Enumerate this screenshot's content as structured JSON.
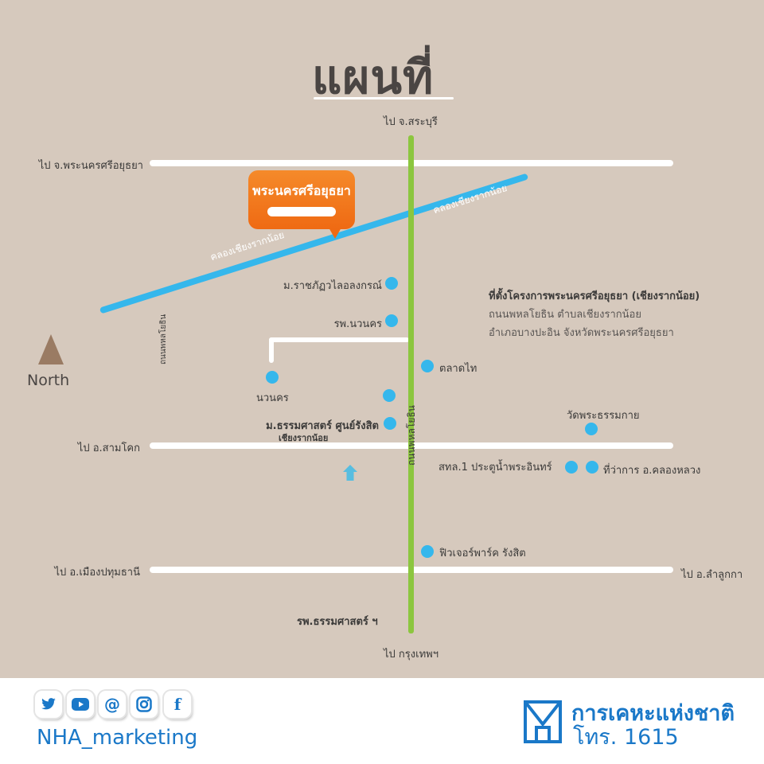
{
  "title": "แผนที่",
  "north_label": "North",
  "bubble": {
    "label": "พระนครศรีอยุธยา"
  },
  "roads": {
    "top_road_west": "ไป จ.พระนครศรีอยุธยา",
    "middle_road_west": "ไป อ.สามโคก",
    "bottom_road_west": "ไป อ.เมืองปทุมธานี",
    "bottom_road_east": "ไป อ.ลำลูกกา",
    "main_north": "ไป จ.สระบุรี",
    "main_south": "ไป กรุงเทพฯ",
    "main_road_name": "ถนนพหลโยธิน",
    "side_road_name": "ถนนพหลโยธิน",
    "canal_name": "คลองเชียงรากน้อย"
  },
  "places": {
    "rajabhat": "ม.ราชภัฏวไลอลงกรณ์",
    "nawanakorn_hosp": "รพ.นวนคร",
    "talad_thai": "ตลาดไท",
    "nawanakorn": "นวนคร",
    "thammasat": "ม.ธรรมศาสตร์ ศูนย์รังสิต",
    "chiang_rak_noi": "เชียงรากน้อย",
    "wat_phra_dhammakaya": "วัดพระธรรมกาย",
    "prathu_nam": "สทล.1 ประตูน้ำพระอินทร์",
    "khlong_luang_office": "ที่ว่าการ อ.คลองหลวง",
    "future_park": "ฟิวเจอร์พาร์ค รังสิต",
    "thammasat_hosp": "รพ.ธรรมศาสตร์ ฯ"
  },
  "project": {
    "heading": "ที่ตั้งโครงการพระนครศรีอยุธยา (เชียงรากน้อย)",
    "line1": "ถนนพหลโยธิน ตำบลเชียงรากน้อย",
    "line2": "อำเภอบางปะอิน จังหวัดพระนครศรีอยุธยา"
  },
  "footer": {
    "social_icons": [
      "twitter-icon",
      "youtube-icon",
      "at-icon",
      "instagram-icon",
      "facebook-icon"
    ],
    "handle": "NHA_marketing",
    "org_name": "การเคหะแห่งชาติ",
    "phone": "โทร. 1615"
  },
  "colors": {
    "background": "#d6c9bd",
    "road": "#ffffff",
    "highway": "#8cc63f",
    "canal": "#35b7ec",
    "marker": "#35b7ec",
    "bubble": "#ef6a13",
    "brand": "#1a78c8",
    "title": "#4a4543"
  }
}
